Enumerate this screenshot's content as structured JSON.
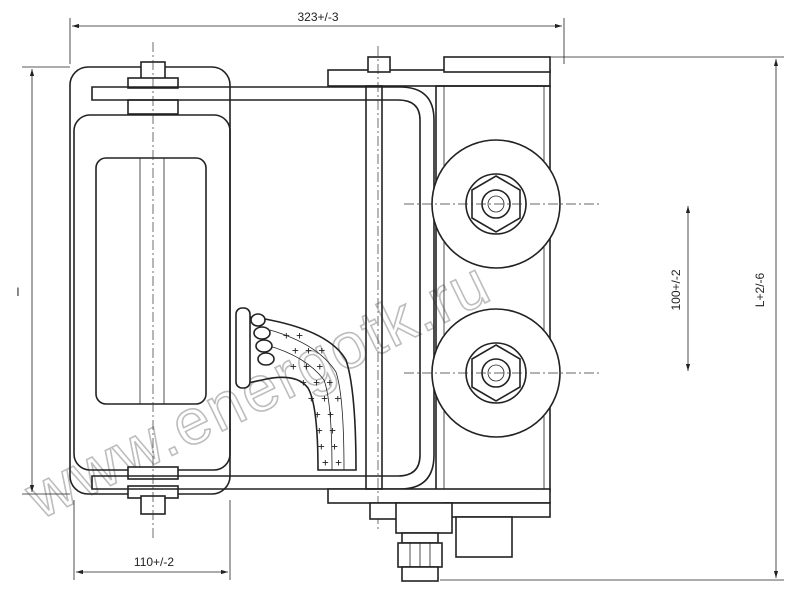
{
  "drawing": {
    "dimensions": {
      "width_overall": "323+/-3",
      "width_left": "110+/-2",
      "height_left": "l",
      "pitch": "100+/-2",
      "height_right": "L+2/-6"
    },
    "watermark": "www.energotk.ru",
    "colors": {
      "line": "#222222",
      "watermark": "#bdbdbd",
      "background": "#ffffff"
    }
  }
}
